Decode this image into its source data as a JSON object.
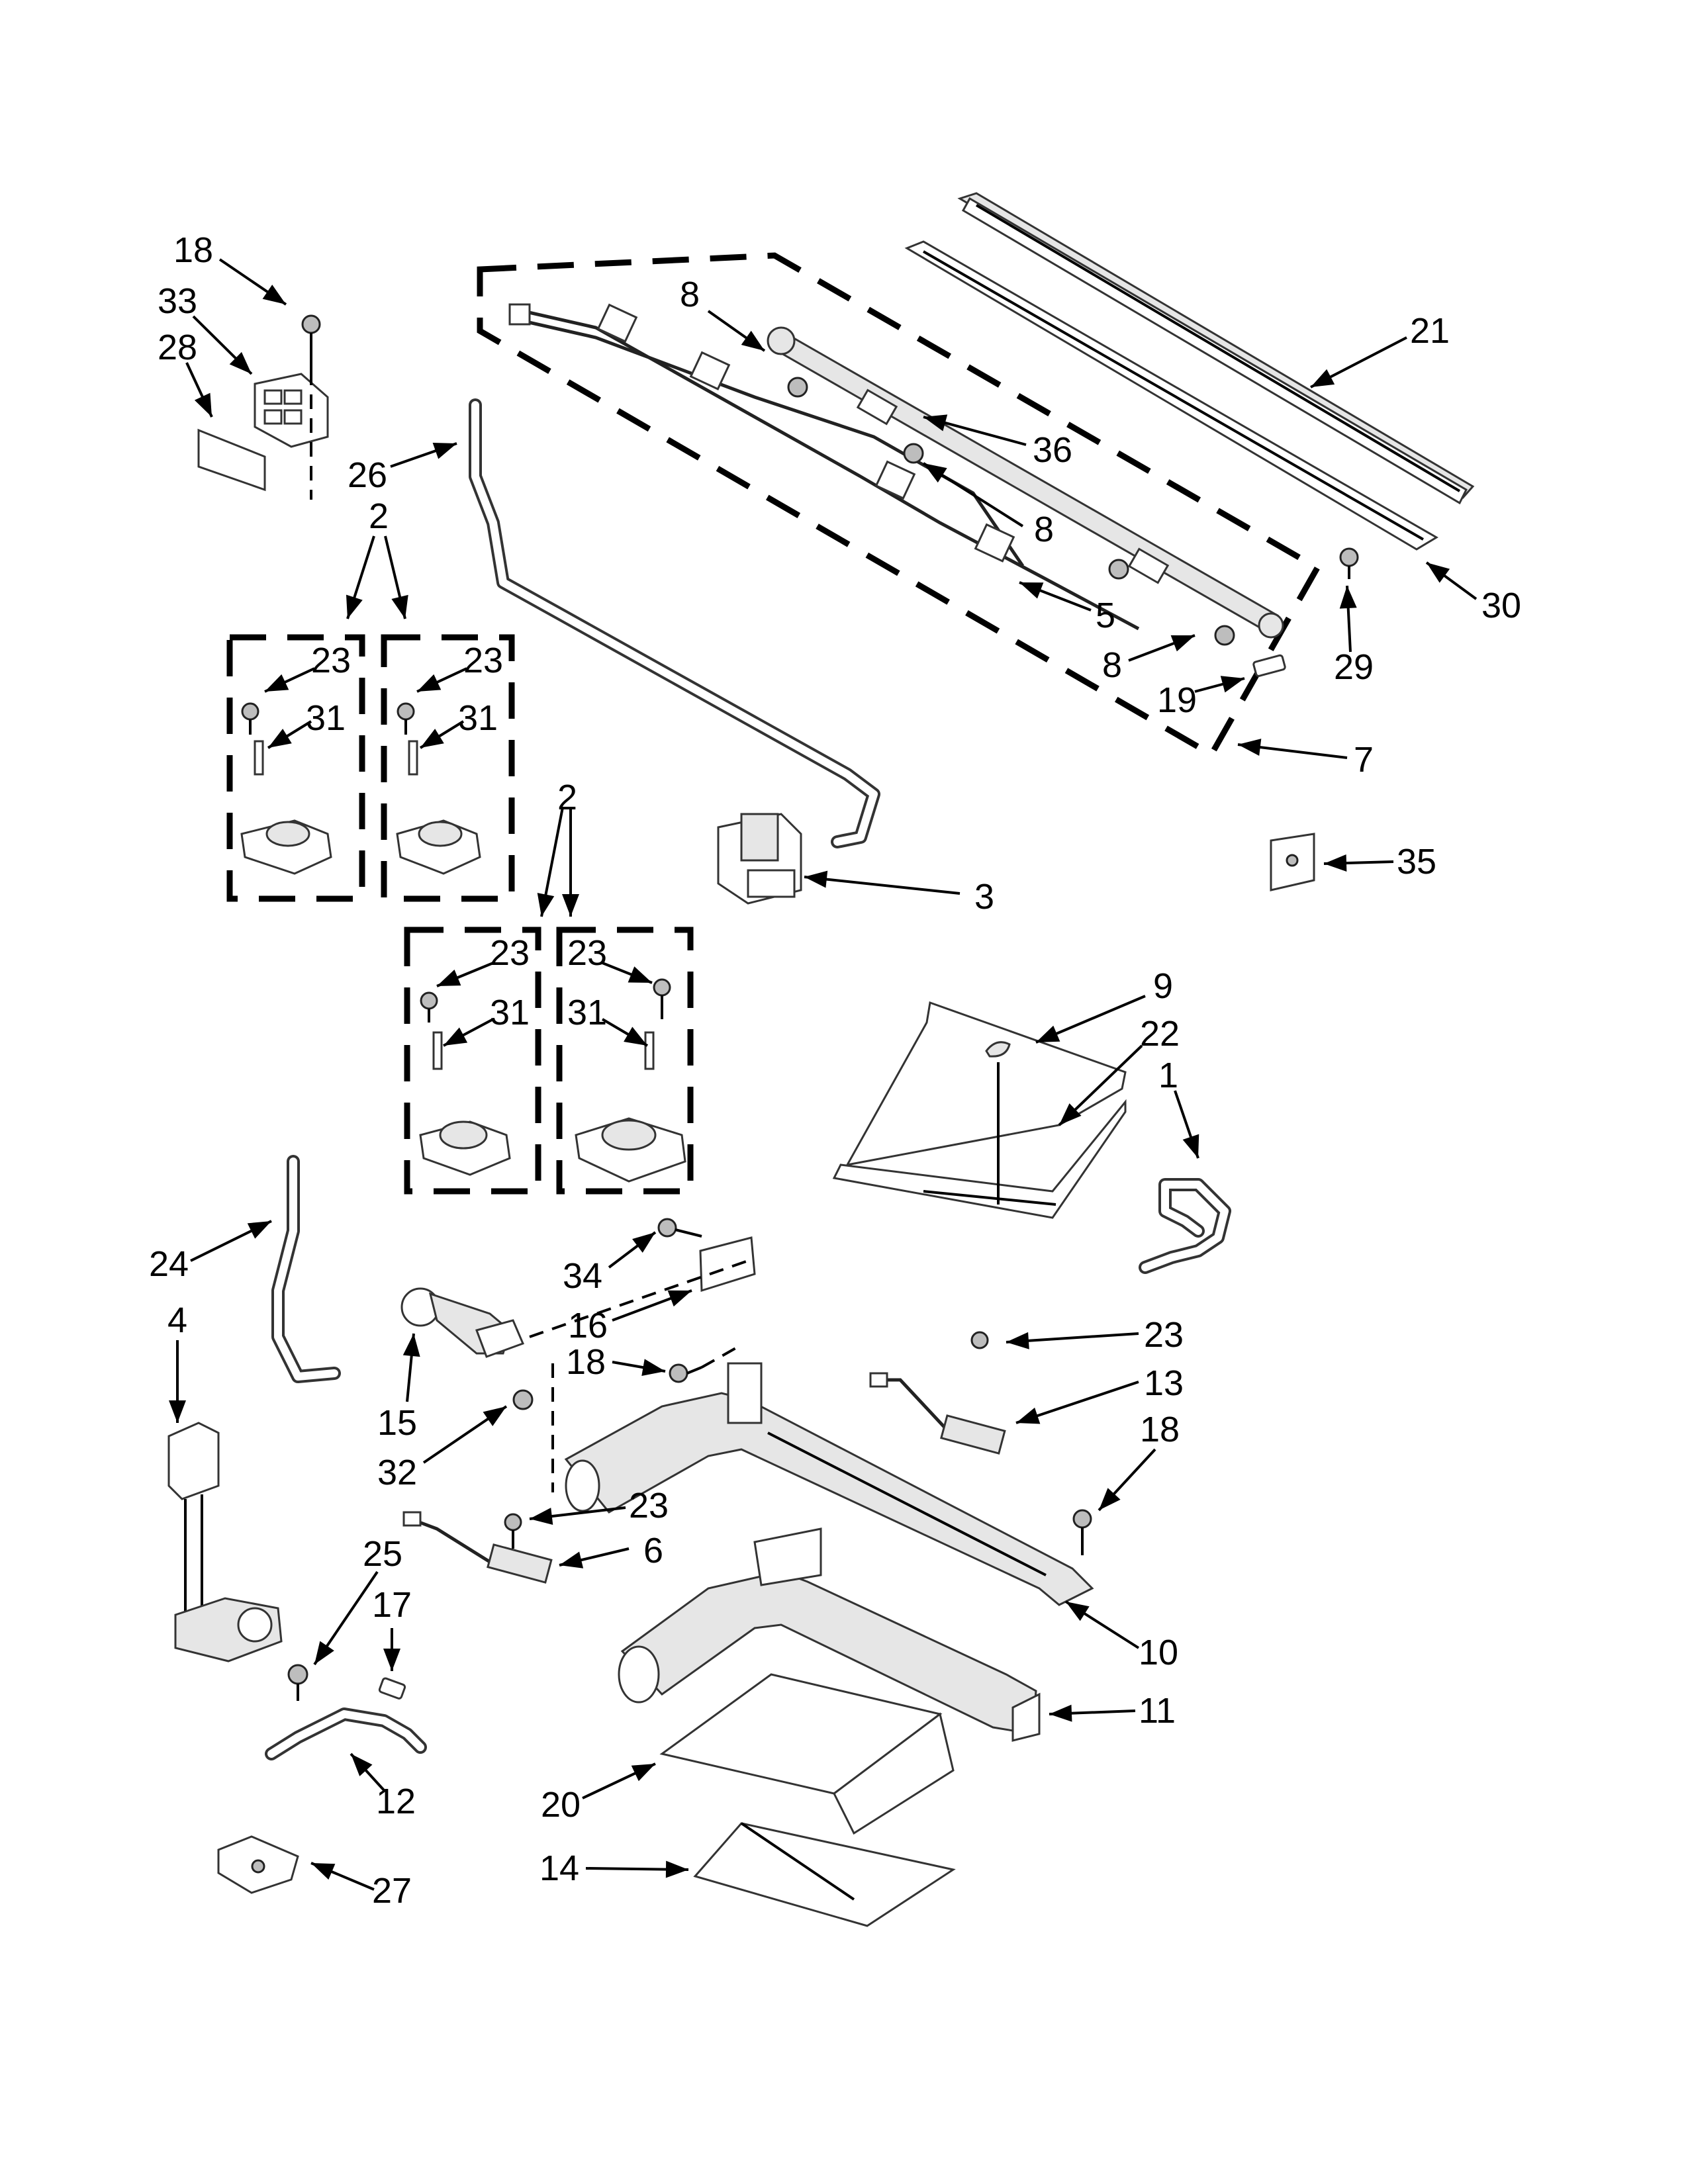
{
  "callouts": {
    "c1": "1",
    "c2a": "2",
    "c2b": "2",
    "c3": "3",
    "c4": "4",
    "c5": "5",
    "c6": "6",
    "c7": "7",
    "c8a": "8",
    "c8b": "8",
    "c8c": "8",
    "c9": "9",
    "c10": "10",
    "c11": "11",
    "c12": "12",
    "c13": "13",
    "c14": "14",
    "c15": "15",
    "c16": "16",
    "c17": "17",
    "c18a": "18",
    "c18b": "18",
    "c18c": "18",
    "c19": "19",
    "c20": "20",
    "c21": "21",
    "c22": "22",
    "c23a": "23",
    "c23b": "23",
    "c23c": "23",
    "c23d": "23",
    "c23e": "23",
    "c23f": "23",
    "c24": "24",
    "c25": "25",
    "c26": "26",
    "c27": "27",
    "c28": "28",
    "c29": "29",
    "c30": "30",
    "c31a": "31",
    "c31b": "31",
    "c31c": "31",
    "c31d": "31",
    "c32": "32",
    "c33": "33",
    "c34": "34",
    "c35": "35",
    "c36": "36"
  }
}
